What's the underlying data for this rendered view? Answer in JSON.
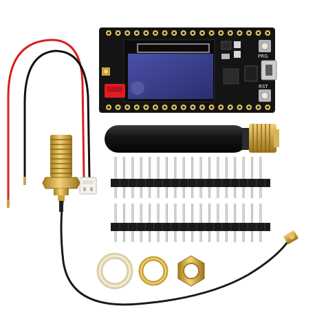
{
  "board": {
    "button_left_label": "PRG",
    "button_right_label": "RST"
  },
  "colors": {
    "pcb": "#141414",
    "oled_screen": "#3a3f8c",
    "gold": "#c9a13a",
    "antenna": "#1b1b1b",
    "wire_red": "#d62020",
    "wire_black": "#111111",
    "battery_connector": "#e31b23"
  },
  "icons": {
    "board": "lora-oled-board",
    "antenna": "rubber-duck-antenna",
    "sma": "sma-connector",
    "pins": "pin-header",
    "rings": "washer-nut"
  }
}
